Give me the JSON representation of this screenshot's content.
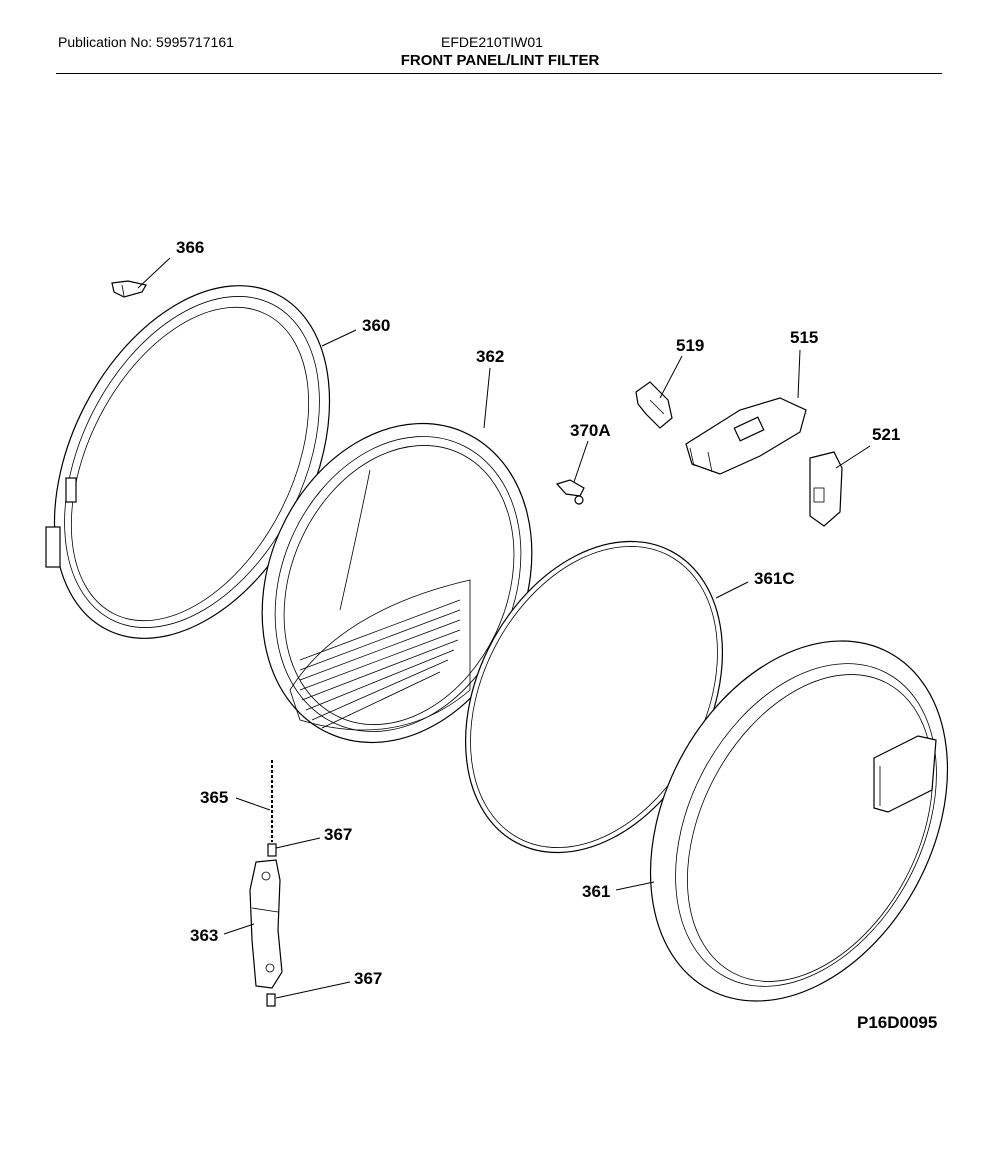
{
  "header": {
    "publication": "Publication No: 5995717161",
    "model": "EFDE210TIW01",
    "title": "FRONT PANEL/LINT FILTER"
  },
  "reference_code": "P16D0095",
  "parts": [
    {
      "id": "366",
      "label": "366"
    },
    {
      "id": "360",
      "label": "360"
    },
    {
      "id": "362",
      "label": "362"
    },
    {
      "id": "519",
      "label": "519"
    },
    {
      "id": "515",
      "label": "515"
    },
    {
      "id": "370A",
      "label": "370A"
    },
    {
      "id": "521",
      "label": "521"
    },
    {
      "id": "361C",
      "label": "361C"
    },
    {
      "id": "365",
      "label": "365"
    },
    {
      "id": "367a",
      "label": "367"
    },
    {
      "id": "361",
      "label": "361"
    },
    {
      "id": "363",
      "label": "363"
    },
    {
      "id": "367b",
      "label": "367"
    }
  ]
}
